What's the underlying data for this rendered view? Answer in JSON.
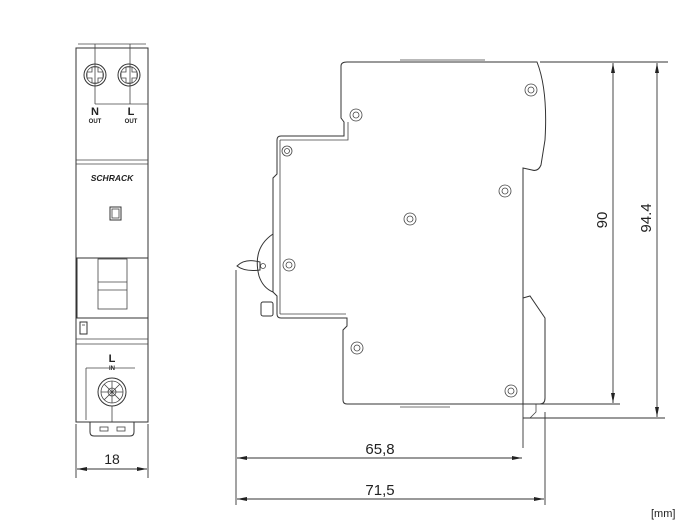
{
  "front_view": {
    "terminal_top_labels": [
      {
        "pole": "N",
        "sub": "OUT"
      },
      {
        "pole": "L",
        "sub": "OUT"
      }
    ],
    "brand": "SCHRACK",
    "terminal_bottom_label": {
      "pole": "L",
      "sub": "IN"
    },
    "width_dimension": "18"
  },
  "side_view": {
    "height_inner": "90",
    "height_outer": "94.4",
    "depth_inner": "65,8",
    "depth_outer": "71,5"
  },
  "units_label": "[mm]",
  "colors": {
    "line": "#333333",
    "background": "#ffffff"
  }
}
